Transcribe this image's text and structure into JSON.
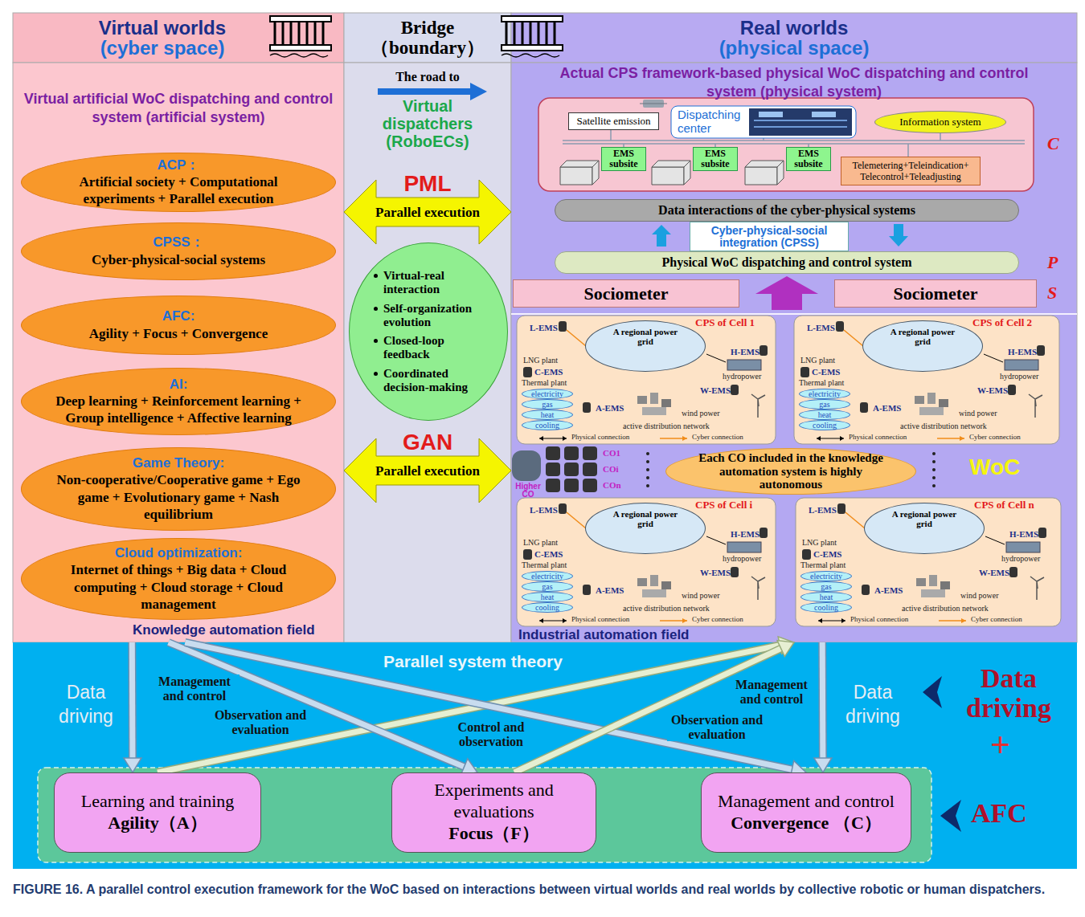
{
  "diagram": {
    "caption": "FIGURE 16. A parallel control execution framework for the WoC based on interactions between virtual worlds and real worlds by collective robotic or human dispatchers.",
    "nodes": [
      {
        "text": [
          "Virtual worlds",
          "(cyber space)"
        ]
      },
      {
        "text": [
          "Bridge （boundary）"
        ]
      },
      {
        "text": [
          "Real worlds",
          "(physical space)"
        ]
      },
      {
        "text": [
          "Virtual artificial WoC dispatching and control system (artificial system)",
          "Knowledge automation field"
        ]
      },
      {
        "text": [
          "ACP：",
          "Artificial society + Computational experiments + Parallel execution"
        ],
        "in": 3
      },
      {
        "text": [
          "CPSS：",
          "Cyber-physical-social systems"
        ],
        "in": 3
      },
      {
        "text": [
          "AFC:",
          "Agility + Focus + Convergence"
        ],
        "in": 3
      },
      {
        "text": [
          "AI:",
          "Deep learning + Reinforcement learning + Group intelligence + Affective learning"
        ],
        "in": 3
      },
      {
        "text": [
          "Game Theory:",
          "Non-cooperative/Cooperative game + Ego game + Evolutionary game + Nash equilibrium"
        ],
        "in": 3
      },
      {
        "text": [
          "Cloud optimization:",
          "Internet of things + Big data + Cloud computing + Cloud storage + Cloud management"
        ],
        "in": 3
      },
      {
        "text": [
          "The road to",
          "Virtual dispatchers (RoboECs)"
        ]
      },
      {
        "text": [
          "PML",
          "Parallel execution"
        ],
        "in": 10
      },
      {
        "text": [
          "Virtual-real interaction",
          "Self-organization evolution",
          "Closed-loop feedback",
          "Coordinated decision-making"
        ],
        "in": 10
      },
      {
        "text": [
          "GAN",
          "Parallel execution"
        ],
        "in": 10
      },
      {
        "text": [
          "Actual CPS framework-based physical WoC dispatching and control system (physical system)",
          "Industrial automation field"
        ]
      },
      {
        "text": [
          "Satellite emission"
        ],
        "in": 14
      },
      {
        "text": [
          "Dispatching center"
        ],
        "in": 14
      },
      {
        "text": [
          "Information system"
        ],
        "in": 14
      },
      {
        "text": [
          "EMS subsite"
        ],
        "in": 14
      },
      {
        "text": [
          "EMS subsite"
        ],
        "in": 14
      },
      {
        "text": [
          "EMS subsite"
        ],
        "in": 14
      },
      {
        "text": [
          "Telemetering+Teleindication+ Telecontrol+Teleadjusting"
        ],
        "in": 14
      },
      {
        "text": [
          "Data interactions of the cyber-physical systems"
        ],
        "in": 14
      },
      {
        "text": [
          "Cyber-physical-social integration (CPSS)"
        ],
        "in": 14
      },
      {
        "text": [
          "Physical WoC dispatching and control system"
        ],
        "in": 14
      },
      {
        "text": [
          "Sociometer"
        ],
        "in": 14
      },
      {
        "text": [
          "Sociometer"
        ],
        "in": 14
      },
      {
        "text": [
          "CPS of Cell 1",
          "L-EMS",
          "LNG plant",
          "C-EMS",
          "Thermal plant",
          "H-EMS",
          "hydropower",
          "W-EMS",
          "wind power",
          "A-EMS",
          "active distribution network",
          "Physical connection",
          "Cyber connection"
        ],
        "in": 14
      },
      {
        "text": [
          "A regional power grid"
        ],
        "in": 27
      },
      {
        "text": [
          "electricity"
        ],
        "in": 27
      },
      {
        "text": [
          "gas"
        ],
        "in": 27
      },
      {
        "text": [
          "heat"
        ],
        "in": 27
      },
      {
        "text": [
          "cooling"
        ],
        "in": 27
      },
      {
        "text": [
          "CPS of Cell 2",
          "L-EMS",
          "LNG plant",
          "C-EMS",
          "Thermal plant",
          "H-EMS",
          "hydropower",
          "W-EMS",
          "wind power",
          "A-EMS",
          "active distribution network",
          "Physical connection",
          "Cyber connection"
        ],
        "in": 14
      },
      {
        "text": [
          "A regional power grid"
        ],
        "in": 33
      },
      {
        "text": [
          "electricity"
        ],
        "in": 33
      },
      {
        "text": [
          "gas"
        ],
        "in": 33
      },
      {
        "text": [
          "heat"
        ],
        "in": 33
      },
      {
        "text": [
          "cooling"
        ],
        "in": 33
      },
      {
        "text": [
          "CPS of Cell i",
          "L-EMS",
          "LNG plant",
          "C-EMS",
          "Thermal plant",
          "H-EMS",
          "hydropower",
          "W-EMS",
          "wind power",
          "A-EMS",
          "active distribution network",
          "Physical connection",
          "Cyber connection"
        ],
        "in": 14
      },
      {
        "text": [
          "A regional power grid"
        ],
        "in": 39
      },
      {
        "text": [
          "electricity"
        ],
        "in": 39
      },
      {
        "text": [
          "gas"
        ],
        "in": 39
      },
      {
        "text": [
          "heat"
        ],
        "in": 39
      },
      {
        "text": [
          "cooling"
        ],
        "in": 39
      },
      {
        "text": [
          "CPS of Cell n",
          "L-EMS",
          "LNG plant",
          "C-EMS",
          "Thermal plant",
          "H-EMS",
          "hydropower",
          "W-EMS",
          "wind power",
          "A-EMS",
          "active distribution network",
          "Physical connection",
          "Cyber connection"
        ],
        "in": 14
      },
      {
        "text": [
          "A regional power grid"
        ],
        "in": 45
      },
      {
        "text": [
          "electricity"
        ],
        "in": 45
      },
      {
        "text": [
          "gas"
        ],
        "in": 45
      },
      {
        "text": [
          "heat"
        ],
        "in": 45
      },
      {
        "text": [
          "cooling"
        ],
        "in": 45
      },
      {
        "text": [
          "Each CO included in the knowledge automation system is highly autonomous"
        ],
        "in": 14
      },
      {
        "text": [
          "Parallel system theory"
        ]
      },
      {
        "text": [
          "Learning and training",
          "Agility（A）"
        ],
        "in": 52
      },
      {
        "text": [
          "Experiments and evaluations",
          "Focus（F）"
        ],
        "in": 52
      },
      {
        "text": [
          "Management and control",
          "Convergence （C）"
        ],
        "in": 52
      }
    ],
    "edges": [
      {
        "from": 3,
        "to": 53,
        "label": "Data driving",
        "arrow": "to"
      },
      {
        "from": 53,
        "to": 14,
        "arrow": "to"
      },
      {
        "from": 3,
        "to": 54,
        "label": "Control and observation",
        "arrow": "to"
      },
      {
        "from": 3,
        "to": 55,
        "arrow": "to"
      },
      {
        "from": 54,
        "to": 14,
        "arrow": "to"
      },
      {
        "from": 14,
        "to": 55,
        "label": "Data driving",
        "arrow": "to"
      }
    ],
    "labels": [
      "C",
      "P",
      "S",
      "Higher CO",
      "CO1",
      "COi",
      "COn",
      "WoC",
      "Management and control",
      "Observation and evaluation",
      "Management and control",
      "Observation and evaluation",
      "Data driving",
      "+",
      "AFC"
    ]
  }
}
